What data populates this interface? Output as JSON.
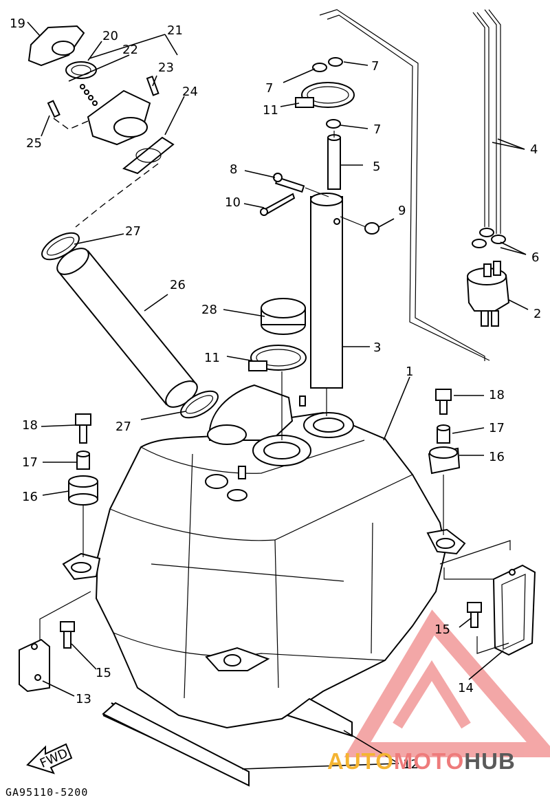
{
  "diagram": {
    "callouts": [
      {
        "id": "c1",
        "text": "1"
      },
      {
        "id": "c2",
        "text": "2"
      },
      {
        "id": "c3",
        "text": "3"
      },
      {
        "id": "c4",
        "text": "4"
      },
      {
        "id": "c5",
        "text": "5"
      },
      {
        "id": "c6",
        "text": "6"
      },
      {
        "id": "c7a",
        "text": "7"
      },
      {
        "id": "c7b",
        "text": "7"
      },
      {
        "id": "c7c",
        "text": "7"
      },
      {
        "id": "c8",
        "text": "8"
      },
      {
        "id": "c9",
        "text": "9"
      },
      {
        "id": "c10",
        "text": "10"
      },
      {
        "id": "c11a",
        "text": "11"
      },
      {
        "id": "c11b",
        "text": "11"
      },
      {
        "id": "c12",
        "text": "12"
      },
      {
        "id": "c13",
        "text": "13"
      },
      {
        "id": "c14",
        "text": "14"
      },
      {
        "id": "c15a",
        "text": "15"
      },
      {
        "id": "c15b",
        "text": "15"
      },
      {
        "id": "c16a",
        "text": "16"
      },
      {
        "id": "c16b",
        "text": "16"
      },
      {
        "id": "c17a",
        "text": "17"
      },
      {
        "id": "c17b",
        "text": "17"
      },
      {
        "id": "c18a",
        "text": "18"
      },
      {
        "id": "c18b",
        "text": "18"
      },
      {
        "id": "c19",
        "text": "19"
      },
      {
        "id": "c20",
        "text": "20"
      },
      {
        "id": "c21",
        "text": "21"
      },
      {
        "id": "c22",
        "text": "22"
      },
      {
        "id": "c23",
        "text": "23"
      },
      {
        "id": "c24",
        "text": "24"
      },
      {
        "id": "c25",
        "text": "25"
      },
      {
        "id": "c26",
        "text": "26"
      },
      {
        "id": "c27a",
        "text": "27"
      },
      {
        "id": "c27b",
        "text": "27"
      },
      {
        "id": "c28",
        "text": "28"
      }
    ],
    "fwd_label": "FWD",
    "reference_code": "GA95110-5200"
  },
  "watermark": {
    "part1": "AUTO",
    "part2": "MOTO",
    "part3": "HUB",
    "colors": {
      "auto": "#f4b431",
      "moto": "#ee7b7b",
      "hub": "#5a5a5a",
      "logo": "#f08a8a"
    }
  }
}
